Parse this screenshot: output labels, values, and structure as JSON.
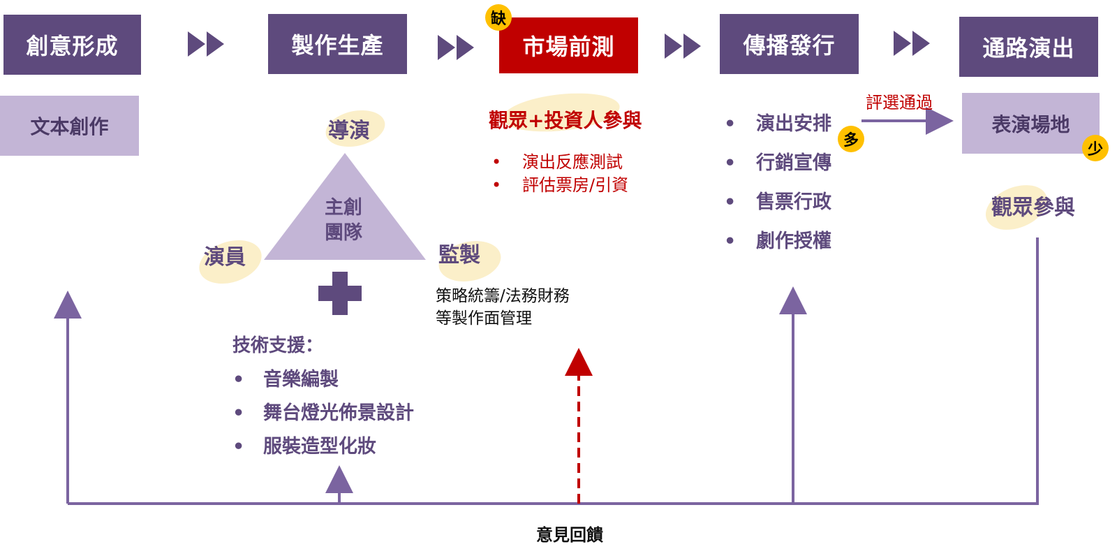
{
  "stages": [
    {
      "label": "創意形成"
    },
    {
      "label": "製作生產"
    },
    {
      "label": "市場前測",
      "badge": "缺"
    },
    {
      "label": "傳播發行"
    },
    {
      "label": "通路演出"
    }
  ],
  "creation": {
    "sub": "文本創作"
  },
  "production": {
    "triangle_label": "主創\n團隊",
    "director": "導演",
    "actor": "演員",
    "producer": "監製",
    "producer_note_1": "策略統籌/法務財務",
    "producer_note_2": "等製作面管理",
    "tech_title": "技術支援：",
    "tech_items": [
      "音樂編製",
      "舞台燈光佈景設計",
      "服裝造型化妝"
    ]
  },
  "pretest": {
    "title": "觀眾+投資人參與",
    "items": [
      "演出反應測試",
      "評估票房/引資"
    ]
  },
  "distribution": {
    "items": [
      "演出安排",
      "行銷宣傳",
      "售票行政",
      "劇作授權"
    ],
    "badge": "多",
    "arrow_label": "評選通過"
  },
  "venue": {
    "sub": "表演場地",
    "badge": "少",
    "audience": "觀眾參與"
  },
  "feedback": {
    "label": "意見回饋"
  },
  "colors": {
    "stage": "#5e4a7d",
    "alert": "#c00000",
    "sub": "#c3b5d6",
    "line": "#7b64a0",
    "badge": "#ffc000",
    "highlight": "#fbefc9"
  }
}
